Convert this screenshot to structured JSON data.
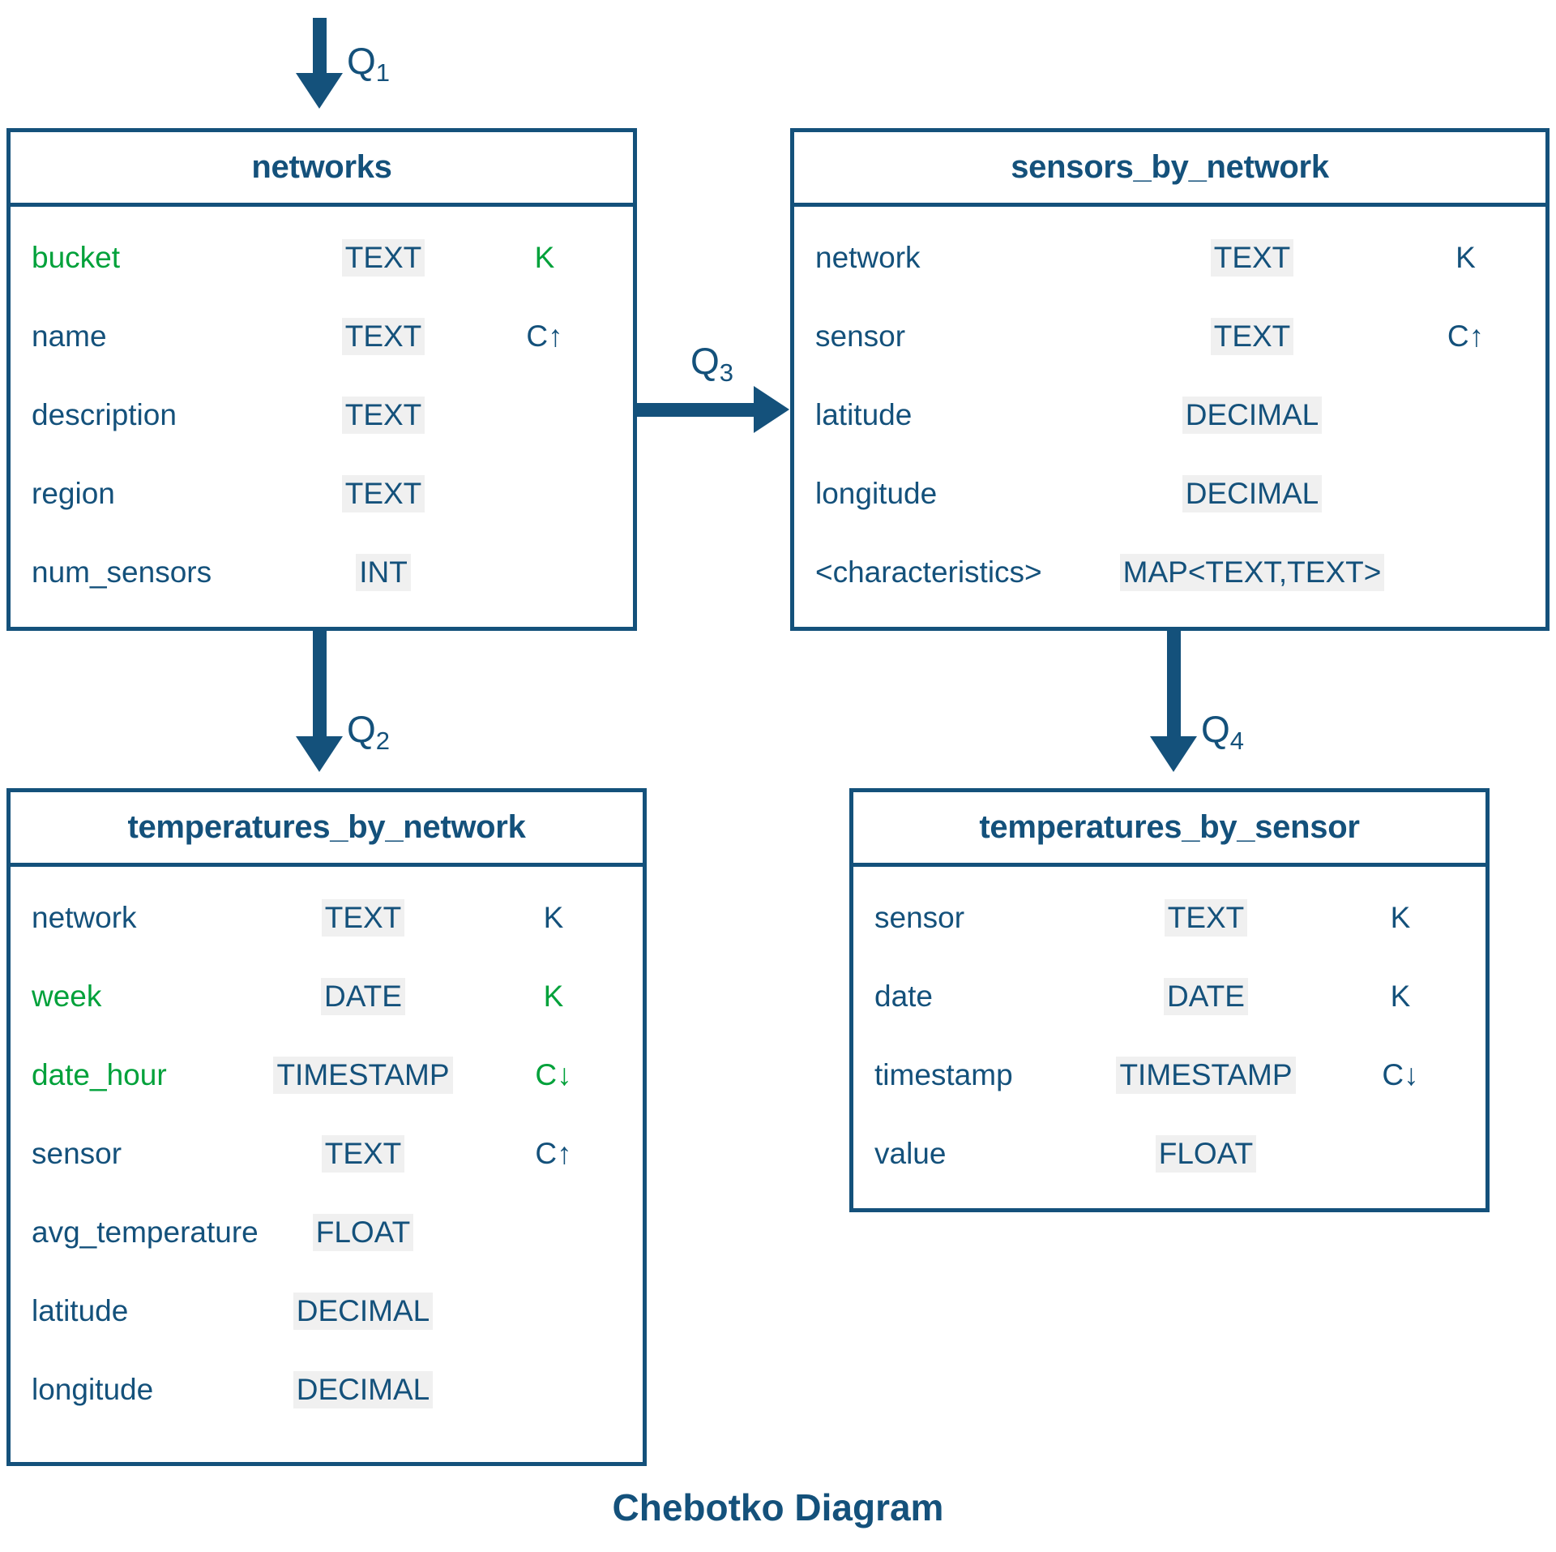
{
  "caption": "Chebotko Diagram",
  "colors": {
    "primary": "#14517b",
    "partition_key": "#00a13a",
    "type_background": "#f0f0f0",
    "page_background": "#ffffff"
  },
  "tables": [
    {
      "id": "networks",
      "title": "networks",
      "columns": [
        {
          "name": "bucket",
          "type": "TEXT",
          "key": "K",
          "partition": true
        },
        {
          "name": "name",
          "type": "TEXT",
          "key": "C↑",
          "partition": false
        },
        {
          "name": "description",
          "type": "TEXT",
          "key": "",
          "partition": false
        },
        {
          "name": "region",
          "type": "TEXT",
          "key": "",
          "partition": false
        },
        {
          "name": "num_sensors",
          "type": "INT",
          "key": "",
          "partition": false
        }
      ]
    },
    {
      "id": "sensors_by_network",
      "title": "sensors_by_network",
      "columns": [
        {
          "name": "network",
          "type": "TEXT",
          "key": "K",
          "partition": false
        },
        {
          "name": "sensor",
          "type": "TEXT",
          "key": "C↑",
          "partition": false
        },
        {
          "name": "latitude",
          "type": "DECIMAL",
          "key": "",
          "partition": false
        },
        {
          "name": "longitude",
          "type": "DECIMAL",
          "key": "",
          "partition": false
        },
        {
          "name": "<characteristics>",
          "type": "MAP<TEXT,TEXT>",
          "key": "",
          "partition": false
        }
      ]
    },
    {
      "id": "temperatures_by_network",
      "title": "temperatures_by_network",
      "columns": [
        {
          "name": "network",
          "type": "TEXT",
          "key": "K",
          "partition": false
        },
        {
          "name": "week",
          "type": "DATE",
          "key": "K",
          "partition": true
        },
        {
          "name": "date_hour",
          "type": "TIMESTAMP",
          "key": "C↓",
          "partition": true
        },
        {
          "name": "sensor",
          "type": "TEXT",
          "key": "C↑",
          "partition": false
        },
        {
          "name": "avg_temperature",
          "type": "FLOAT",
          "key": "",
          "partition": false
        },
        {
          "name": "latitude",
          "type": "DECIMAL",
          "key": "",
          "partition": false
        },
        {
          "name": "longitude",
          "type": "DECIMAL",
          "key": "",
          "partition": false
        }
      ]
    },
    {
      "id": "temperatures_by_sensor",
      "title": "temperatures_by_sensor",
      "columns": [
        {
          "name": "sensor",
          "type": "TEXT",
          "key": "K",
          "partition": false
        },
        {
          "name": "date",
          "type": "DATE",
          "key": "K",
          "partition": false
        },
        {
          "name": "timestamp",
          "type": "TIMESTAMP",
          "key": "C↓",
          "partition": false
        },
        {
          "name": "value",
          "type": "FLOAT",
          "key": "",
          "partition": false
        }
      ]
    }
  ],
  "arrows": [
    {
      "id": "q1",
      "label": "Q",
      "sub": "1",
      "direction": "down",
      "target": "networks"
    },
    {
      "id": "q2",
      "label": "Q",
      "sub": "2",
      "direction": "down",
      "target": "temperatures_by_network"
    },
    {
      "id": "q3",
      "label": "Q",
      "sub": "3",
      "direction": "right",
      "target": "sensors_by_network"
    },
    {
      "id": "q4",
      "label": "Q",
      "sub": "4",
      "direction": "down",
      "target": "temperatures_by_sensor"
    }
  ]
}
